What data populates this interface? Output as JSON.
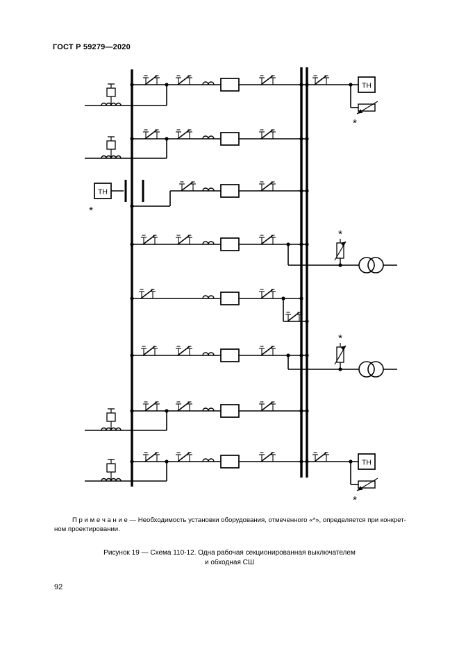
{
  "page": {
    "header": "ГОСТ Р 59279—2020",
    "page_number": "92"
  },
  "note": {
    "line1": "П р и м е ч а н и е   — Необходимость установки оборудования, отмеченного «*», определяется при конкрет-",
    "line2": "ном проектировании."
  },
  "caption": {
    "line1": "Рисунок 19 — Схема 110-12. Одна рабочая секционированная выключателем",
    "line2": "и обходная СШ"
  },
  "diagram": {
    "tn_top_right": "ТН",
    "tn_left": "ТН",
    "tn_bottom_right": "ТН",
    "asterisk": "*"
  }
}
